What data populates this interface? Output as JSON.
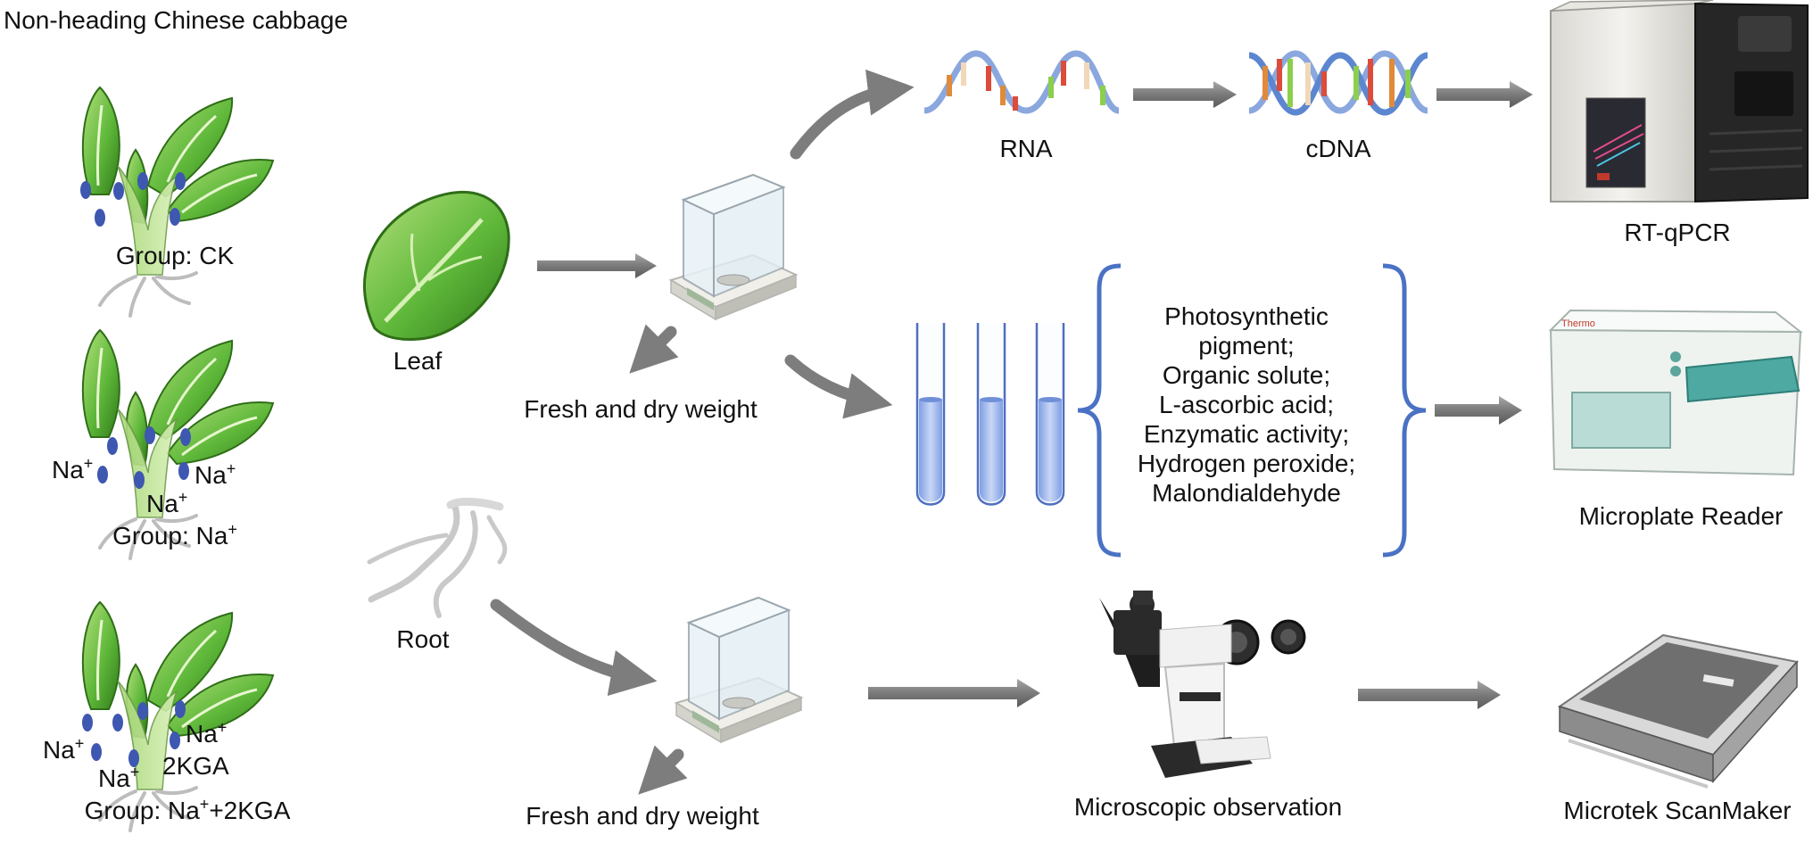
{
  "plant_title": "Non-heading Chinese cabbage",
  "groups": {
    "ck": {
      "label": "Group: CK"
    },
    "na": {
      "label": "Group: Na",
      "sup": "+",
      "ion": "Na",
      "ion_sup": "+"
    },
    "kga": {
      "label_a": "Group: Na",
      "sup_a": "+",
      "label_b": "+2KGA",
      "ion": "Na",
      "ion_sup": "+",
      "extra": "2KGA"
    }
  },
  "tissues": {
    "leaf": "Leaf",
    "root": "Root"
  },
  "weight_label": "Fresh and dry weight",
  "nucleic": {
    "rna": "RNA",
    "cdna": "cDNA"
  },
  "assays": [
    "Photosynthetic",
    "pigment;",
    "Organic solute;",
    "L-ascorbic acid;",
    "Enzymatic activity;",
    "Hydrogen peroxide;",
    "Malondialdehyde"
  ],
  "instruments": {
    "qpcr": "RT-qPCR",
    "plate_reader": "Microplate Reader",
    "microscope": "Microscopic observation",
    "scanner": "Microtek ScanMaker"
  },
  "colors": {
    "leaf_green": "#5fb83a",
    "ion_blue": "#3e57b0",
    "arrow_gray": "#7d7d7d",
    "bracket_blue": "#4a72c4",
    "liquid_blue": "#9bb3ea"
  }
}
